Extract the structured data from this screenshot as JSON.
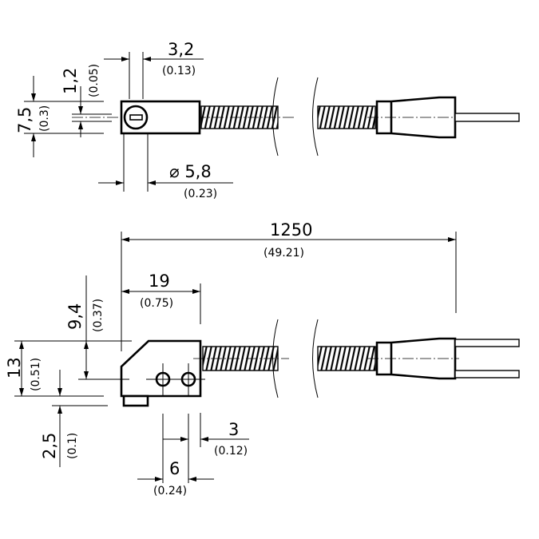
{
  "dims": {
    "top_width": {
      "mm": "3,2",
      "in": "(0.13)"
    },
    "top_slot": {
      "mm": "1,2",
      "in": "(0.05)"
    },
    "top_height": {
      "mm": "7,5",
      "in": "(0.3)"
    },
    "top_diameter": {
      "mm": "⌀ 5,8",
      "in": "(0.23)"
    },
    "length": {
      "mm": "1250",
      "in": "(49.21)"
    },
    "block_length": {
      "mm": "19",
      "in": "(0.75)"
    },
    "hole_height": {
      "mm": "9,4",
      "in": "(0.37)"
    },
    "block_height": {
      "mm": "13",
      "in": "(0.51)"
    },
    "foot_height": {
      "mm": "2,5",
      "in": "(0.1)"
    },
    "hole_edge": {
      "mm": "3",
      "in": "(0.12)"
    },
    "hole_pitch": {
      "mm": "6",
      "in": "(0.24)"
    }
  }
}
